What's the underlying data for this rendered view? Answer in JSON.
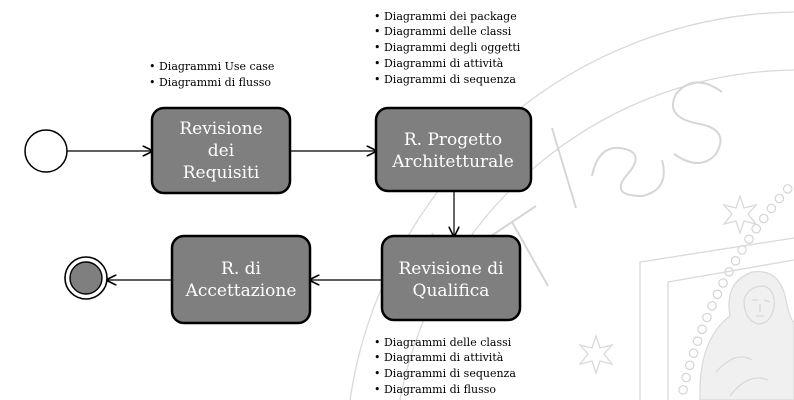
{
  "states": {
    "revisione_requisiti": {
      "label": [
        "Revisione",
        "dei",
        "Requisiti"
      ]
    },
    "progetto_architetturale": {
      "label": [
        "R. Progetto",
        "Architetturale"
      ]
    },
    "revisione_qualifica": {
      "label": [
        "Revisione di",
        "Qualifica"
      ]
    },
    "accettazione": {
      "label": [
        "R. di",
        "Accettazione"
      ]
    }
  },
  "notes": {
    "requisiti": [
      "• Diagrammi Use case",
      "• Diagrammi di flusso"
    ],
    "progetto": [
      "• Diagrammi dei package",
      "• Diagrammi delle classi",
      "• Diagrammi degli oggetti",
      "• Diagrammi di attività",
      "• Diagrammi di sequenza"
    ],
    "qualifica": [
      "• Diagrammi delle classi",
      "• Diagrammi di attività",
      "• Diagrammi di sequenza",
      "• Diagrammi di flusso"
    ]
  },
  "watermark": {
    "lettering": "ITAS"
  },
  "colors": {
    "state_fill": "#7f7f7f",
    "state_stroke": "#000000",
    "label_text": "#ffffff",
    "watermark": "#d9d9d9"
  }
}
